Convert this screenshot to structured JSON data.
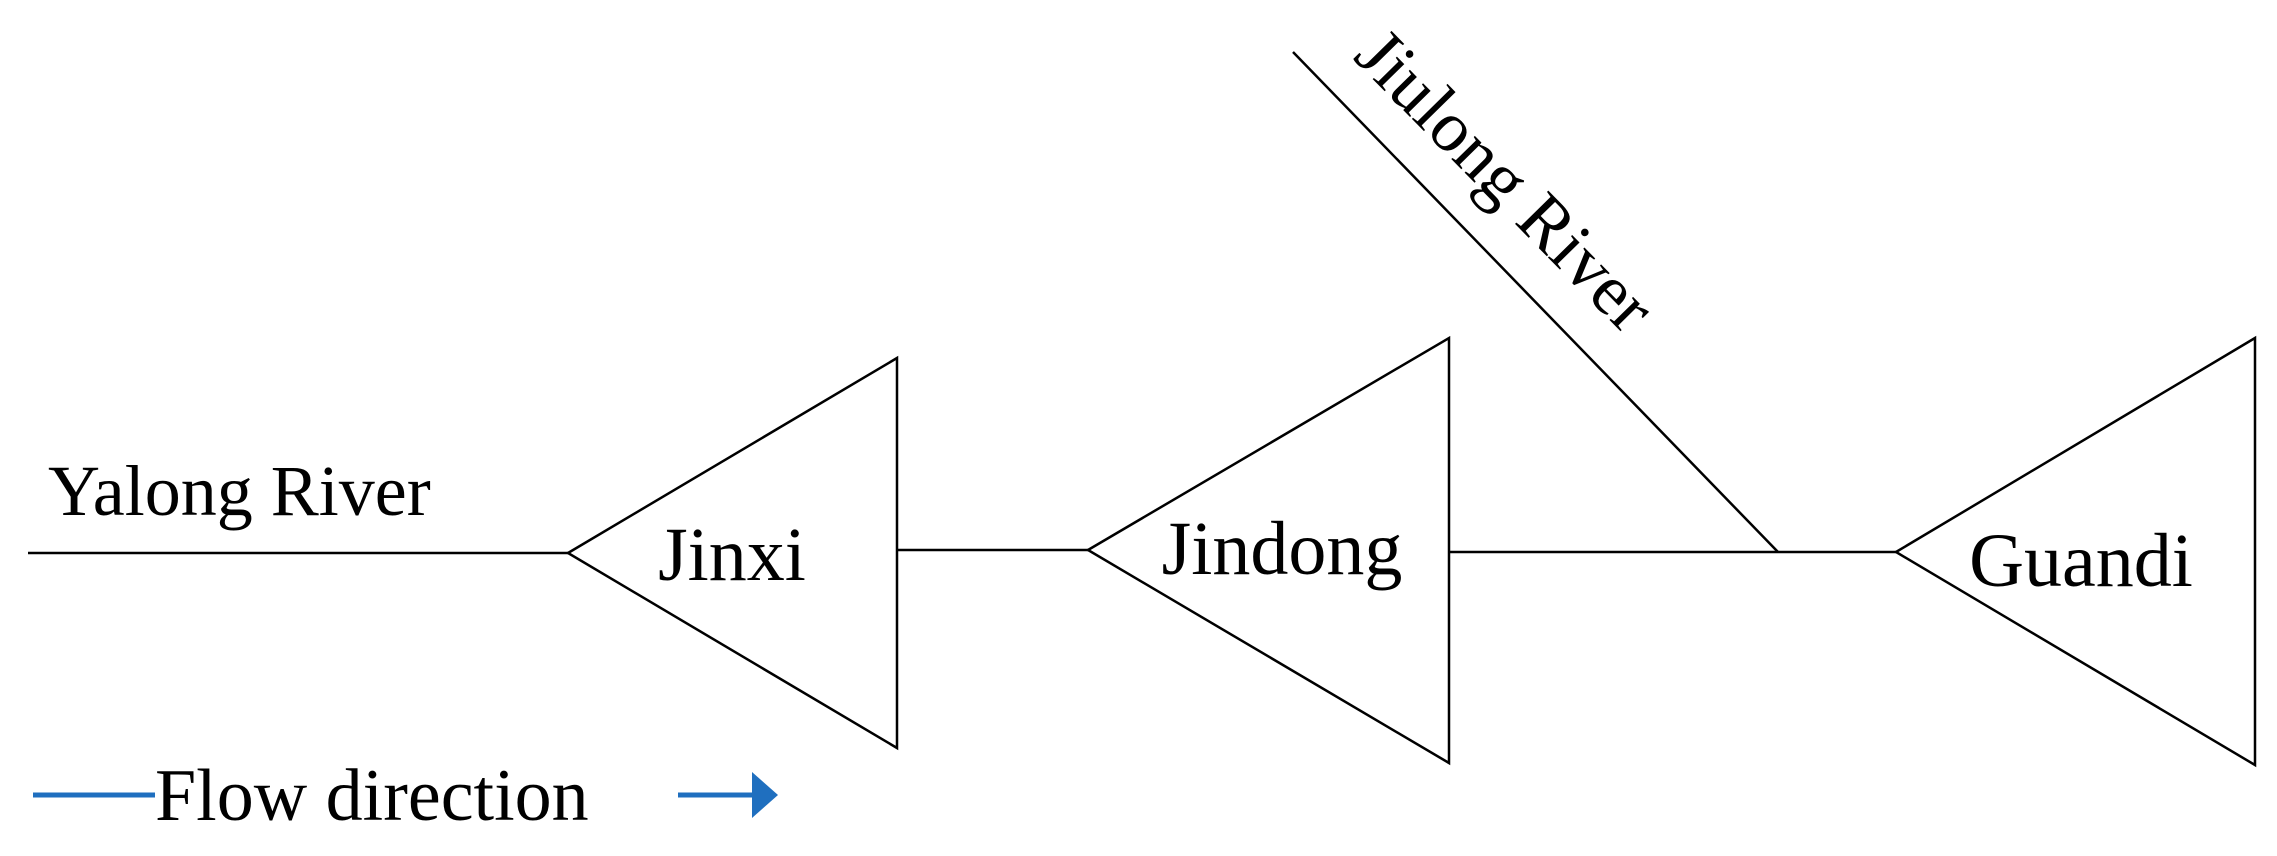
{
  "rivers": {
    "main": "Yalong River",
    "tributary": "Jiulong River"
  },
  "stations": [
    {
      "name": "Jinxi"
    },
    {
      "name": "Jindong"
    },
    {
      "name": "Guandi"
    }
  ],
  "legend": {
    "label": "Flow direction",
    "arrow_color": "#1f6fbf"
  }
}
